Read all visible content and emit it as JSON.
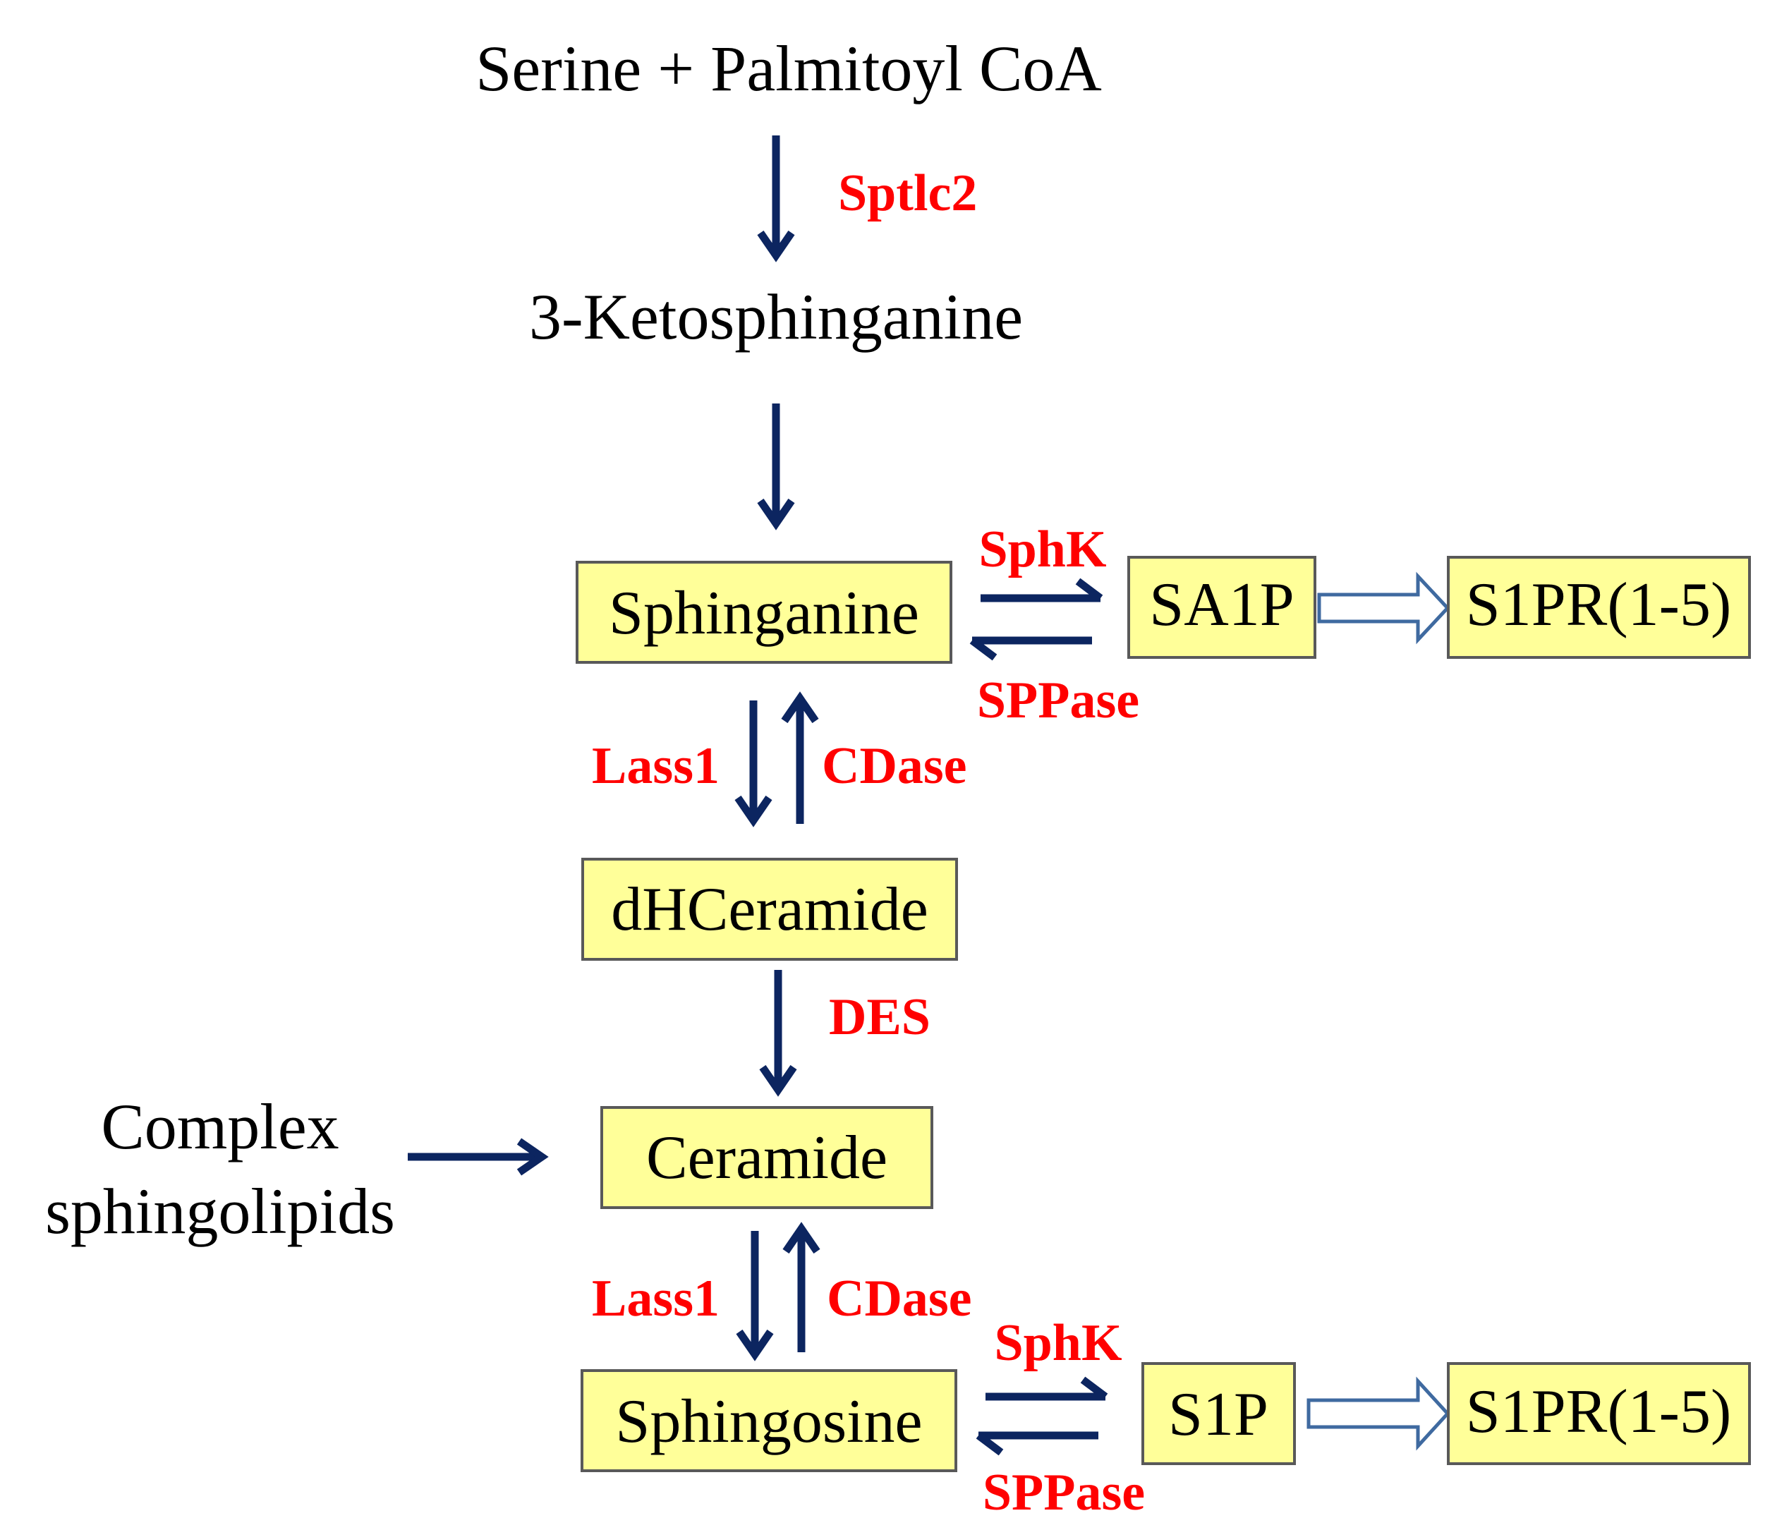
{
  "colors": {
    "enzyme_text": "#ff0000",
    "arrow": "#0c2560",
    "box_fill": "#ffff99",
    "box_border": "#595959",
    "receptor_arrow": "#3f6aa0"
  },
  "metabolites": {
    "serine_palmitoyl": "Serine + Palmitoyl CoA",
    "ketosphinganine": "3-Ketosphinganine",
    "complex_line1": "Complex",
    "complex_line2": "sphingolipids"
  },
  "boxes": {
    "sphinganine": "Sphinganine",
    "sa1p": "SA1P",
    "s1pr_top": "S1PR(1-5)",
    "dhceramide": "dHCeramide",
    "ceramide": "Ceramide",
    "sphingosine": "Sphingosine",
    "s1p": "S1P",
    "s1pr_bottom": "S1PR(1-5)"
  },
  "enzymes": {
    "sptlc2": "Sptlc2",
    "sphk_top": "SphK",
    "sppase_top": "SPPase",
    "lass1_top": "Lass1",
    "cdase_top": "CDase",
    "des": "DES",
    "lass1_bottom": "Lass1",
    "cdase_bottom": "CDase",
    "sphk_bottom": "SphK",
    "sppase_bottom": "SPPase"
  }
}
